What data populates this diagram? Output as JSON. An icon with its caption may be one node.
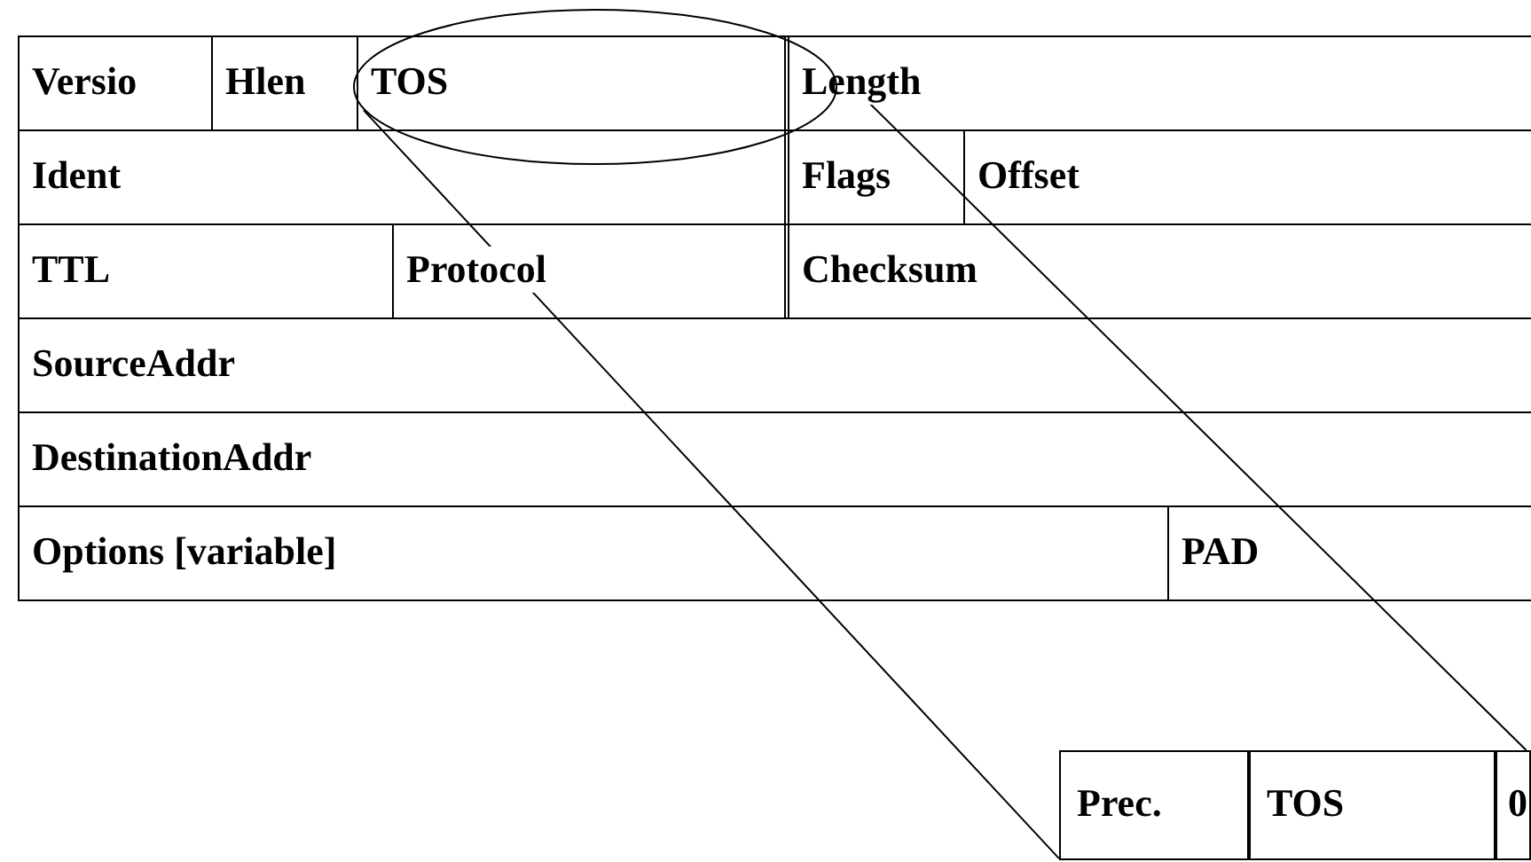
{
  "diagram": {
    "nodes": [
      {
        "text": [],
        "shape": "ellipse"
      },
      {
        "text": [
          "Prec.",
          "TOS",
          "0"
        ]
      }
    ],
    "edges": [
      {
        "from": 0,
        "to": 1,
        "arrow": "none"
      },
      {
        "from": 0,
        "to": 1,
        "arrow": "none"
      }
    ],
    "labels": [
      "Versio",
      "Hlen",
      "TOS",
      "Length",
      "Ident",
      "Flags",
      "Offset",
      "TTL",
      "Protocol",
      "Checksum",
      "SourceAddr",
      "DestinationAddr",
      "Options [variable]",
      "PAD"
    ]
  }
}
